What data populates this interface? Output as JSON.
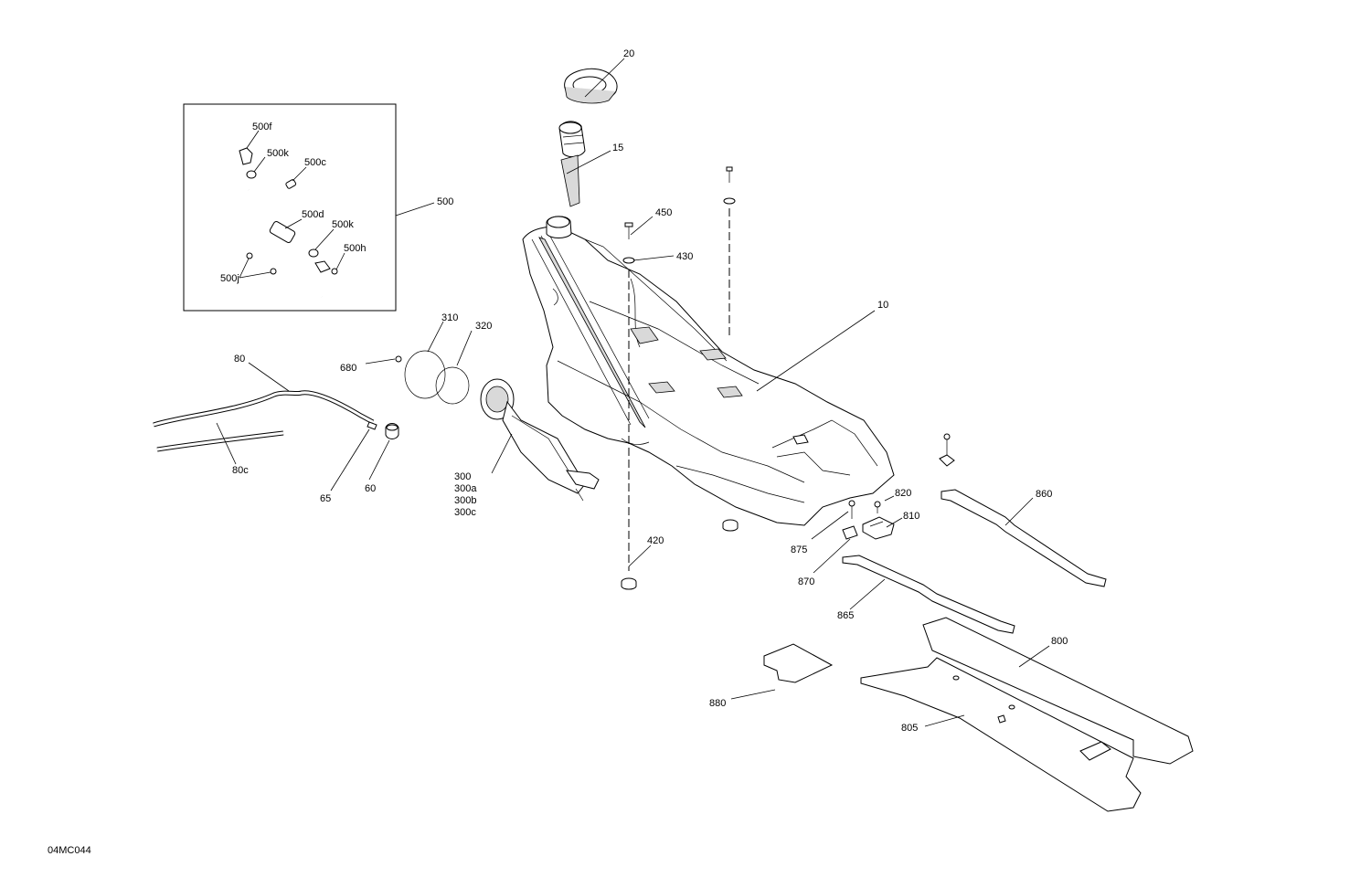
{
  "figure_code": "04MC044",
  "callouts": {
    "c10": "10",
    "c15": "15",
    "c20": "20",
    "c60": "60",
    "c65": "65",
    "c80": "80",
    "c80c": "80c",
    "c300": "300",
    "c300a": "300a",
    "c300b": "300b",
    "c300c": "300c",
    "c310": "310",
    "c320": "320",
    "c420": "420",
    "c430": "430",
    "c450": "450",
    "c500": "500",
    "c500c": "500c",
    "c500d": "500d",
    "c500f": "500f",
    "c500h": "500h",
    "c500j": "500j",
    "c500k_1": "500k",
    "c500k_2": "500k",
    "c680": "680",
    "c800": "800",
    "c805": "805",
    "c810": "810",
    "c820": "820",
    "c860": "860",
    "c865": "865",
    "c870": "870",
    "c875": "875",
    "c880": "880"
  }
}
